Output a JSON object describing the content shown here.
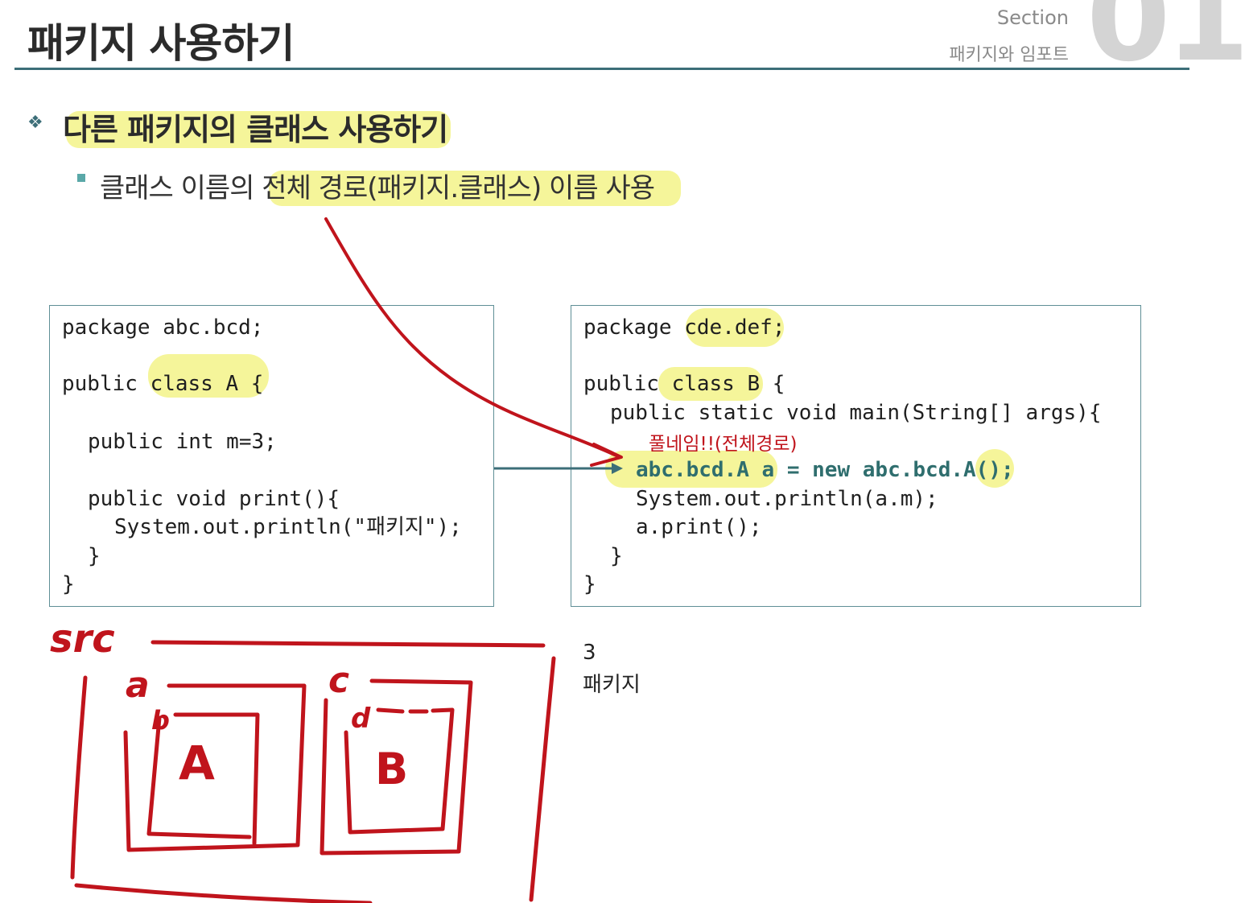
{
  "header": {
    "title": "패키지 사용하기",
    "section_label": "Section",
    "section_subtitle": "패키지와 임포트",
    "section_number": "01"
  },
  "bullets": {
    "level1_symbol": "❖",
    "level1_text": "다른 패키지의 클래스 사용하기",
    "level2_text_a": "클래스 이름의 ",
    "level2_text_b": "전체 경로(패키지.클래스) 이름 사용"
  },
  "left_code": {
    "line1": "package abc.bcd;",
    "line2": "public class A {",
    "line3": "public int m=3;",
    "line4": "public void print(){",
    "line5": "System.out.println(\"패키지\");",
    "line6": "}",
    "line7": "}"
  },
  "right_code": {
    "line1_a": "package ",
    "line1_b": "cde.def",
    "line1_c": ";",
    "line2": "public class B {",
    "line3": "public static void main(String[] args){",
    "annotation": "풀네임!!(전체경로)",
    "line4_a": "abc.bcd.A a",
    "line4_b": " = ",
    "line4_c": "new abc.bcd.A();",
    "line5": "System.out.println(a.m);",
    "line6": "a.print();",
    "line7": "}",
    "line8": "}"
  },
  "output": {
    "line1": "3",
    "line2": "패키지"
  },
  "sketch": {
    "src_label": "src",
    "package_a_label": "a",
    "package_b_label": "b",
    "package_c_label": "c",
    "package_d_label": "d",
    "class_a_label": "A",
    "class_b_label": "B"
  },
  "colors": {
    "accent": "#3c6e78",
    "highlight": "#f5f59a",
    "annotation_red": "#c0141c",
    "code_teal": "#2f6e6e"
  }
}
